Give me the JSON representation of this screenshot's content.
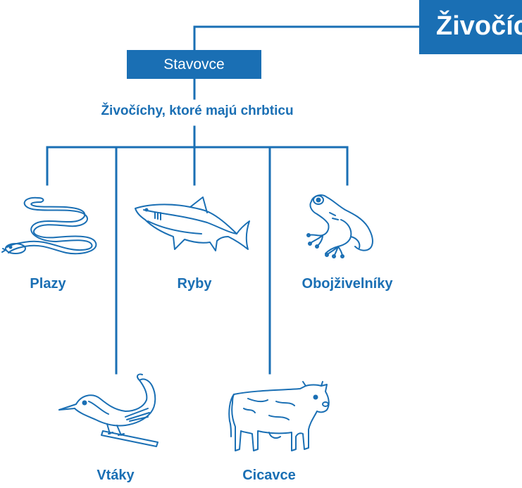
{
  "root": {
    "title": "Živočíc"
  },
  "group": {
    "title": "Stavovce",
    "description": "Živočíchy, ktoré majú chrbticu"
  },
  "categories": [
    {
      "key": "plazy",
      "label": "Plazy",
      "icon": "snake-icon"
    },
    {
      "key": "ryby",
      "label": "Ryby",
      "icon": "shark-icon"
    },
    {
      "key": "obojzivelniky",
      "label": "Obojživelníky",
      "icon": "frog-icon"
    },
    {
      "key": "vtaky",
      "label": "Vtáky",
      "icon": "bird-icon"
    },
    {
      "key": "cicavce",
      "label": "Cicavce",
      "icon": "cow-icon"
    }
  ],
  "colors": {
    "accent": "#1a6fb4",
    "box_text": "#ffffff",
    "background": "#ffffff"
  }
}
